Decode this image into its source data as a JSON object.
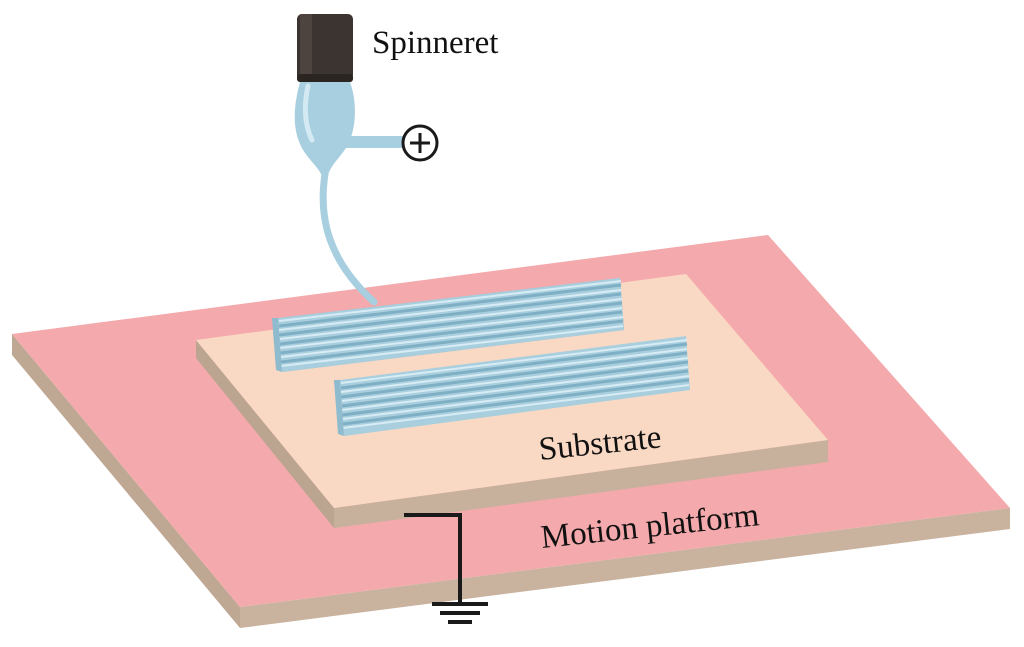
{
  "labels": {
    "spinneret": "Spinneret",
    "substrate": "Substrate",
    "motion_platform": "Motion platform"
  },
  "colors": {
    "platform_top": "#F4A9AC",
    "platform_side": "#C9B29E",
    "substrate_top": "#FAD9C4",
    "substrate_side": "#C7B19C",
    "fiber": "#A9CFDF",
    "fiber_dark": "#7FAFC4",
    "fiber_light": "#D7ECF4",
    "spinneret_body": "#3C3430",
    "nozzle": "#A7CFE0",
    "line": "#1A1A1A"
  },
  "icons": {
    "positive_terminal": "plus-in-circle",
    "ground": "ground-symbol"
  }
}
